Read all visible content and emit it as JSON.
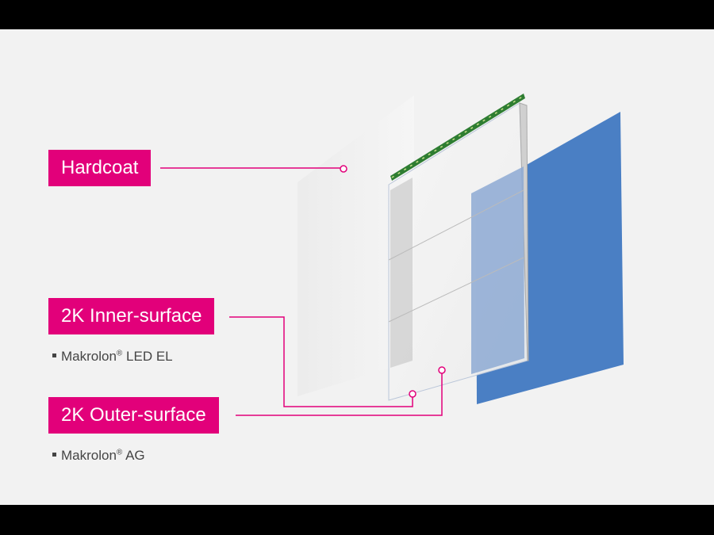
{
  "labels": {
    "hardcoat": "Hardcoat",
    "inner": {
      "title": "2K Inner-surface",
      "material": "Makrolon",
      "material_suffix": "LED EL"
    },
    "outer": {
      "title": "2K Outer-surface",
      "material": "Makrolon",
      "material_suffix": "AG"
    },
    "registered": "®"
  },
  "colors": {
    "accent": "#e2007a",
    "blue_layer": "#4a7fc4",
    "background": "#f2f2f2"
  }
}
